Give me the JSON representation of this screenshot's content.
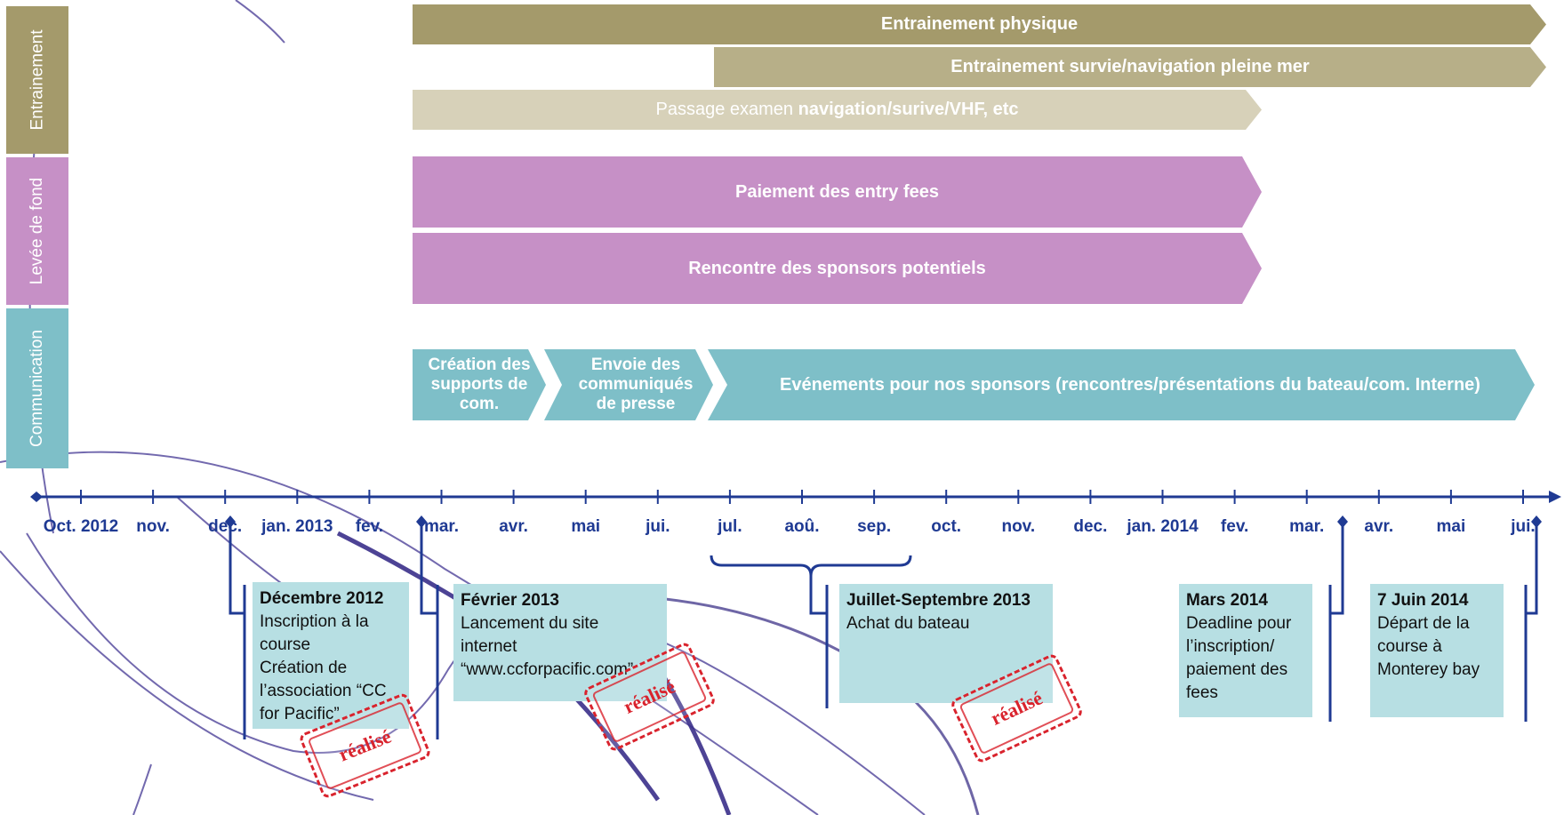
{
  "categories": [
    {
      "label": "Entrainement",
      "color": "#a49a6b"
    },
    {
      "label": "Levée de fond",
      "color": "#c690c6"
    },
    {
      "label": "Communication",
      "color": "#7ebfc8"
    }
  ],
  "entrainement": {
    "bar1": "Entrainement physique",
    "bar2": "Entrainement survie/navigation pleine mer",
    "bar3_prefix": "Passage examen ",
    "bar3_bold": "navigation/surive/VHF, etc"
  },
  "levee": {
    "bar1": "Paiement des entry fees",
    "bar2": "Rencontre des sponsors potentiels"
  },
  "communication": {
    "bar1": "Création des supports de com.",
    "bar2": "Envoie des communiqués de presse",
    "bar3": "Evénements pour nos sponsors (rencontres/présentations du bateau/com. Interne)"
  },
  "months": [
    "Oct. 2012",
    "nov.",
    "dec.",
    "jan. 2013",
    "fev.",
    "mar.",
    "avr.",
    "mai",
    "jui.",
    "jul.",
    "aoû.",
    "sep.",
    "oct.",
    "nov.",
    "dec.",
    "jan. 2014",
    "fev.",
    "mar.",
    "avr.",
    "mai",
    "jui."
  ],
  "events": [
    {
      "title": "Décembre 2012",
      "lines": [
        "Inscription à la",
        "course",
        "Création de",
        "l’association “CC",
        "for Pacific”"
      ]
    },
    {
      "title": "Février 2013",
      "lines": [
        "Lancement du site",
        "internet",
        "“www.ccforpacific.com”"
      ]
    },
    {
      "title": "Juillet-Septembre 2013",
      "lines": [
        "Achat du bateau"
      ]
    },
    {
      "title": "Mars 2014",
      "lines": [
        "Deadline pour",
        "l’inscription/",
        "paiement des",
        "fees"
      ]
    },
    {
      "title": "7 Juin 2014",
      "lines": [
        "Départ de la",
        "course à",
        "Monterey bay"
      ]
    }
  ],
  "stamp_text": "réalisé",
  "colors": {
    "entrainement_dark": "#a49a6b",
    "entrainement_mid": "#b7af88",
    "entrainement_light": "#d7d1b9",
    "levee": "#c690c6",
    "communication": "#7ebfc8",
    "timeline": "#1f3a93",
    "event_box": "#b7dfe3",
    "stamp": "#d9232d"
  }
}
